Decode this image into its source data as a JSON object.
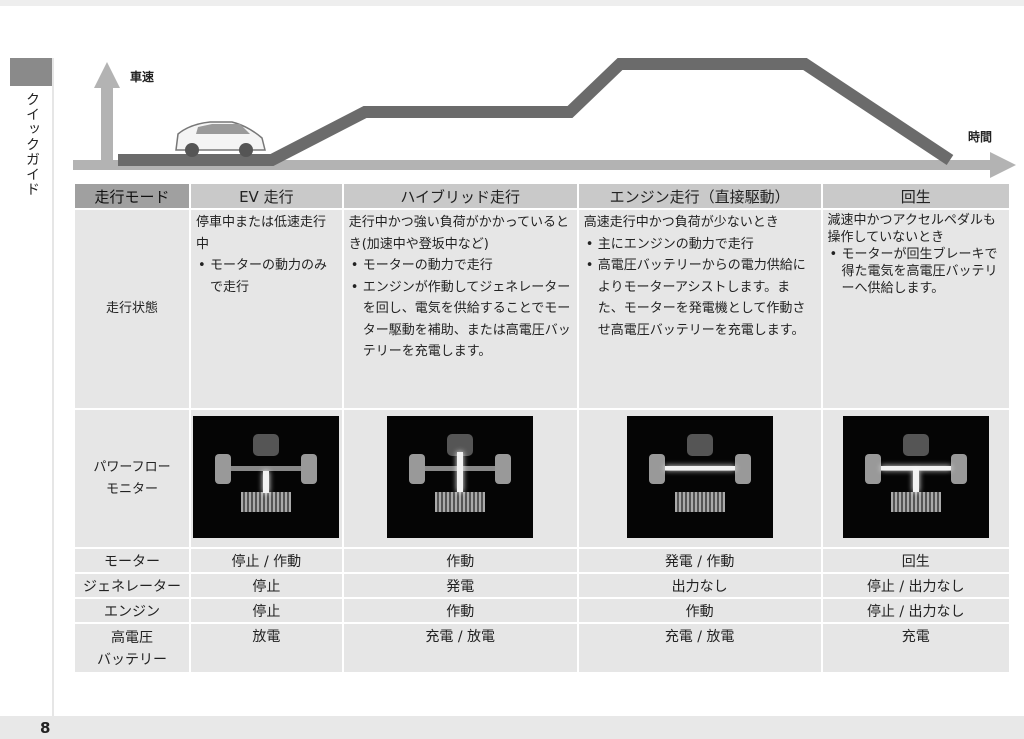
{
  "side_tab": "クイックガイド",
  "page_number": "8",
  "chart": {
    "y_label": "車速",
    "x_label": "時間"
  },
  "table": {
    "headers": [
      "走行モード",
      "EV 走行",
      "ハイブリッド走行",
      "エンジン走行（直接駆動）",
      "回生"
    ],
    "state": {
      "label": "走行状態",
      "cells": [
        {
          "intro": "停車中または低速走行中",
          "bullets": [
            "モーターの動力のみで走行"
          ]
        },
        {
          "intro": "走行中かつ強い負荷がかかっているとき(加速中や登坂中など)",
          "bullets": [
            "モーターの動力で走行",
            "エンジンが作動してジェネレーターを回し、電気を供給することでモーター駆動を補助、または高電圧バッテリーを充電します。"
          ]
        },
        {
          "intro": "高速走行中かつ負荷が少ないとき",
          "bullets": [
            "主にエンジンの動力で走行",
            "高電圧バッテリーからの電力供給によりモーターアシストします。また、モーターを発電機として作動させ高電圧バッテリーを充電します。"
          ]
        },
        {
          "intro": "減速中かつアクセルペダルも操作していないとき",
          "bullets": [
            "モーターが回生ブレーキで得た電気を高電圧バッテリーへ供給します。"
          ]
        }
      ]
    },
    "monitor": {
      "label": "パワーフロー\nモニター"
    },
    "rows": [
      {
        "label": "モーター",
        "values": [
          "停止 / 作動",
          "作動",
          "発電 / 作動",
          "回生"
        ]
      },
      {
        "label": "ジェネレーター",
        "values": [
          "停止",
          "発電",
          "出力なし",
          "停止 / 出力なし"
        ]
      },
      {
        "label": "エンジン",
        "values": [
          "停止",
          "作動",
          "作動",
          "停止 / 出力なし"
        ]
      }
    ],
    "battery": {
      "label_1": "高電圧",
      "label_2": "バッテリー",
      "values": [
        "放電",
        "充電 / 放電",
        "充電 / 放電",
        "充電"
      ]
    }
  }
}
